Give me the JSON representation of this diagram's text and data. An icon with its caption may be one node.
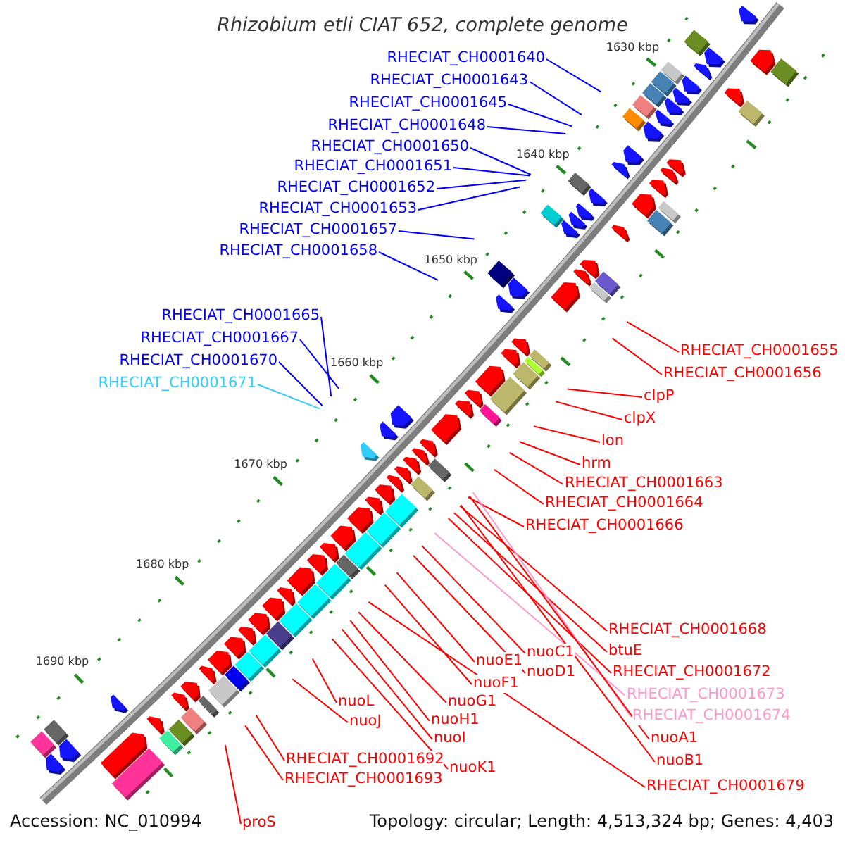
{
  "diagram": {
    "title": "Rhizobium etli CIAT 652, complete genome",
    "nodes": [
      {
        "text": [
          "RHECIAT_CH0001640"
        ]
      },
      {
        "text": [
          "RHECIAT_CH0001643"
        ]
      },
      {
        "text": [
          "RHECIAT_CH0001645"
        ]
      },
      {
        "text": [
          "RHECIAT_CH0001648"
        ]
      },
      {
        "text": [
          "RHECIAT_CH0001650"
        ]
      },
      {
        "text": [
          "RHECIAT_CH0001651"
        ]
      },
      {
        "text": [
          "RHECIAT_CH0001652"
        ]
      },
      {
        "text": [
          "RHECIAT_CH0001653"
        ]
      },
      {
        "text": [
          "RHECIAT_CH0001657"
        ]
      },
      {
        "text": [
          "RHECIAT_CH0001658"
        ]
      },
      {
        "text": [
          "RHECIAT_CH0001665"
        ]
      },
      {
        "text": [
          "RHECIAT_CH0001667"
        ]
      },
      {
        "text": [
          "RHECIAT_CH0001670"
        ]
      },
      {
        "text": [
          "RHECIAT_CH0001671"
        ]
      },
      {
        "text": [
          "RHECIAT_CH0001655"
        ]
      },
      {
        "text": [
          "RHECIAT_CH0001656"
        ]
      },
      {
        "text": [
          "clpP"
        ]
      },
      {
        "text": [
          "clpX"
        ]
      },
      {
        "text": [
          "lon"
        ]
      },
      {
        "text": [
          "hrm"
        ]
      },
      {
        "text": [
          "RHECIAT_CH0001663"
        ]
      },
      {
        "text": [
          "RHECIAT_CH0001664"
        ]
      },
      {
        "text": [
          "RHECIAT_CH0001666"
        ]
      },
      {
        "text": [
          "RHECIAT_CH0001668"
        ]
      },
      {
        "text": [
          "btuE"
        ]
      },
      {
        "text": [
          "RHECIAT_CH0001672"
        ]
      },
      {
        "text": [
          "RHECIAT_CH0001673"
        ]
      },
      {
        "text": [
          "RHECIAT_CH0001674"
        ]
      },
      {
        "text": [
          "nuoA1"
        ]
      },
      {
        "text": [
          "nuoB1"
        ]
      },
      {
        "text": [
          "RHECIAT_CH0001679"
        ]
      },
      {
        "text": [
          "nuoC1"
        ]
      },
      {
        "text": [
          "nuoD1"
        ]
      },
      {
        "text": [
          "nuoE1"
        ]
      },
      {
        "text": [
          "nuoF1"
        ]
      },
      {
        "text": [
          "nuoG1"
        ]
      },
      {
        "text": [
          "nuoH1"
        ]
      },
      {
        "text": [
          "nuoI"
        ]
      },
      {
        "text": [
          "nuoJ"
        ]
      },
      {
        "text": [
          "nuoK1"
        ]
      },
      {
        "text": [
          "nuoL"
        ]
      },
      {
        "text": [
          "RHECIAT_CH0001692"
        ]
      },
      {
        "text": [
          "RHECIAT_CH0001693"
        ]
      },
      {
        "text": [
          "proS"
        ]
      }
    ],
    "edges": [
      {
        "from": 0,
        "to": null,
        "arrow": "none",
        "color": "#0000ff"
      },
      {
        "from": 1,
        "to": null,
        "arrow": "none",
        "color": "#0000ff"
      },
      {
        "from": 2,
        "to": null,
        "arrow": "none",
        "color": "#0000ff"
      },
      {
        "from": 3,
        "to": null,
        "arrow": "none",
        "color": "#0000ff"
      },
      {
        "from": 4,
        "to": null,
        "arrow": "none",
        "color": "#0000ff"
      },
      {
        "from": 5,
        "to": null,
        "arrow": "none",
        "color": "#0000ff"
      },
      {
        "from": 6,
        "to": null,
        "arrow": "none",
        "color": "#0000ff"
      },
      {
        "from": 7,
        "to": null,
        "arrow": "none",
        "color": "#0000ff"
      },
      {
        "from": 8,
        "to": null,
        "arrow": "none",
        "color": "#0000ff"
      },
      {
        "from": 9,
        "to": null,
        "arrow": "none",
        "color": "#0000ff"
      },
      {
        "from": 10,
        "to": null,
        "arrow": "none",
        "color": "#0000ff"
      },
      {
        "from": 11,
        "to": null,
        "arrow": "none",
        "color": "#0000ff"
      },
      {
        "from": 12,
        "to": null,
        "arrow": "none",
        "color": "#0000ff"
      },
      {
        "from": 13,
        "to": null,
        "arrow": "none",
        "color": "#33ccff"
      },
      {
        "from": 14,
        "to": null,
        "arrow": "none"
      },
      {
        "from": 15,
        "to": null,
        "arrow": "none"
      },
      {
        "from": 16,
        "to": null,
        "arrow": "none"
      },
      {
        "from": 17,
        "to": null,
        "arrow": "none"
      },
      {
        "from": 18,
        "to": null,
        "arrow": "none"
      },
      {
        "from": 19,
        "to": null,
        "arrow": "none"
      },
      {
        "from": 20,
        "to": null,
        "arrow": "none"
      },
      {
        "from": 21,
        "to": null,
        "arrow": "none"
      },
      {
        "from": 22,
        "to": null,
        "arrow": "none"
      },
      {
        "from": 23,
        "to": null,
        "arrow": "none"
      },
      {
        "from": 24,
        "to": null,
        "arrow": "none"
      },
      {
        "from": 25,
        "to": null,
        "arrow": "none"
      },
      {
        "from": 26,
        "to": null,
        "arrow": "none",
        "color": "#ff99cc"
      },
      {
        "from": 27,
        "to": null,
        "arrow": "none",
        "color": "#ff99cc"
      },
      {
        "from": 28,
        "to": null,
        "arrow": "none"
      },
      {
        "from": 29,
        "to": null,
        "arrow": "none"
      },
      {
        "from": 30,
        "to": null,
        "arrow": "none"
      },
      {
        "from": 31,
        "to": null,
        "arrow": "none"
      },
      {
        "from": 32,
        "to": null,
        "arrow": "none"
      },
      {
        "from": 33,
        "to": null,
        "arrow": "none"
      },
      {
        "from": 34,
        "to": null,
        "arrow": "none"
      },
      {
        "from": 35,
        "to": null,
        "arrow": "none"
      },
      {
        "from": 36,
        "to": null,
        "arrow": "none"
      },
      {
        "from": 37,
        "to": null,
        "arrow": "none"
      },
      {
        "from": 38,
        "to": null,
        "arrow": "none"
      },
      {
        "from": 39,
        "to": null,
        "arrow": "none"
      },
      {
        "from": 40,
        "to": null,
        "arrow": "none"
      },
      {
        "from": 41,
        "to": null,
        "arrow": "none"
      },
      {
        "from": 42,
        "to": null,
        "arrow": "none"
      },
      {
        "from": 43,
        "to": null,
        "arrow": "none"
      }
    ],
    "labels": [
      "1630 kbp",
      "1640 kbp",
      "1650 kbp",
      "1660 kbp",
      "1670 kbp",
      "1680 kbp",
      "1690 kbp",
      "Accession: NC_010994",
      "Topology: circular; Length: 4,513,324 bp; Genes: 4,403"
    ]
  }
}
